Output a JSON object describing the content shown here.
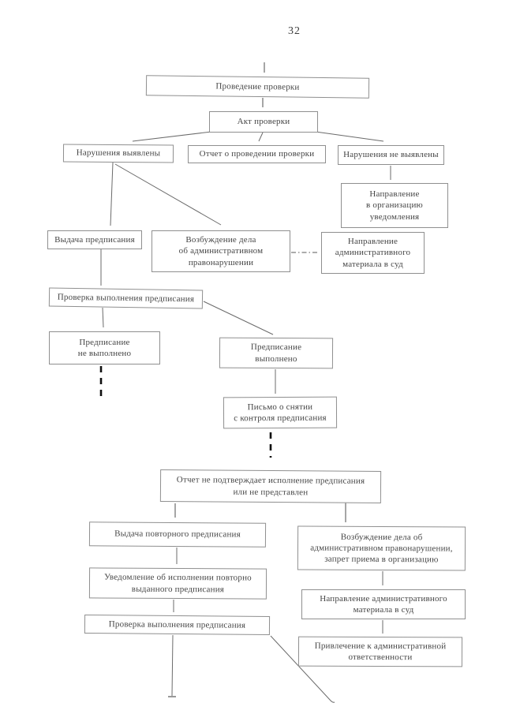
{
  "page_number": "32",
  "colors": {
    "box_border": "#8f8f8f",
    "text": "#454545",
    "connector_line": "#6b6b6b",
    "arrowhead": "#161616",
    "bold_dashed_arrow": "#111111"
  },
  "nodes": {
    "provedenie_proverki": "Проведение  проверки",
    "akt_proverki": "Акт проверки",
    "narusheniya_vyyavleny": "Нарушения выявлены",
    "otchet_o_provedenii": "Отчет о проведении проверки",
    "narusheniya_ne_vyyavleny": "Нарушения не выявлены",
    "napravlenie_uvedomleniya": "Направление\nв организацию\nуведомления",
    "vydacha_predpisaniya": "Выдача предписания",
    "vozbuzhdenie_dela": "Возбуждение дела\nоб административном\nправонарушении",
    "napravlenie_materiala_v_sud": "Направление\nадминистративного\nматериала в суд",
    "proverka_vypolneniya_1": "Проверка выполнения предписания",
    "predpisanie_ne_vypolneno": "Предписание\nне выполнено",
    "predpisanie_vypolneno": "Предписание\nвыполнено",
    "pismo_o_snyatii": "Письмо о снятии\nс контроля предписания",
    "otchet_ne_podtverzhdaet": "Отчет не подтверждает исполнение предписания\nили не представлен",
    "vydacha_povtornogo": "Выдача повторного предписания",
    "uvedomlenie_ob_ispolnenii": "Уведомление об исполнении повторно\nвыданного предписания",
    "vozbuzhdenie_dela_zapret": "Возбуждение дела об\nадминистративном правонарушении,\nзапрет приема в организацию",
    "napravlenie_materiala_v_sud_2": "Направление административного\nматериала в суд",
    "proverka_vypolneniya_2": "Проверка выполнения предписания",
    "privlechenie_k_otvetstvennosti": "Привлечение к административной\nответственности"
  }
}
